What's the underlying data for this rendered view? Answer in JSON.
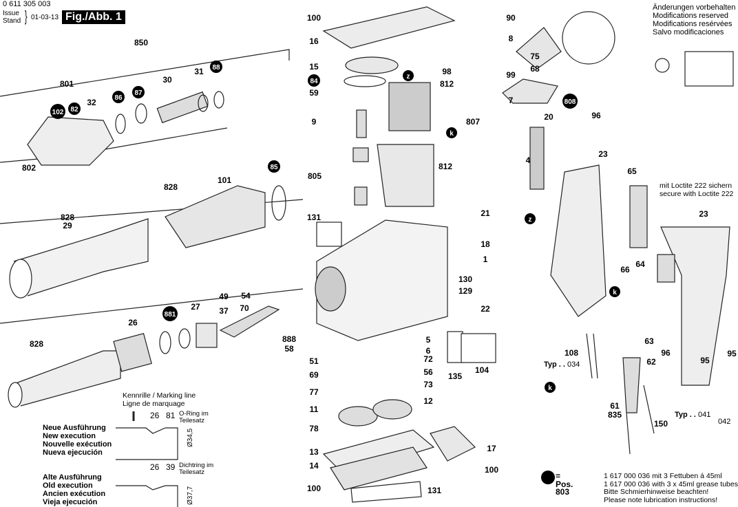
{
  "header": {
    "part_number": "0 611 305 003",
    "issue_label": "Issue",
    "stand_label": "Stand",
    "date": "01-03-13",
    "figure": "Fig./Abb. 1"
  },
  "notes": [
    "Änderungen vorbehalten",
    "Modifications reserved",
    "Modifications resérvées",
    "Salvo modificaciones"
  ],
  "loctite": [
    "mit Loctite 222 sichern",
    "secure with Loctite 222"
  ],
  "marking": [
    "Kennrille / Marking line",
    "Ligne de marquage"
  ],
  "new_execution": {
    "lines": [
      "Neue Ausführung",
      "New execution",
      "Nouvelle exécution",
      "Nueva ejecución"
    ],
    "part_a": "26",
    "part_b": "81",
    "note": [
      "O-Ring im",
      "Teilesatz"
    ],
    "diameter": "Ø34,5"
  },
  "old_execution": {
    "lines": [
      "Alte Ausführung",
      "Old execution",
      "Ancien exécution",
      "Vieja ejecución"
    ],
    "part_a": "26",
    "part_b": "39",
    "note": [
      "Dichtring im",
      "Teilesatz"
    ],
    "diameter": "Ø37,7"
  },
  "types": {
    "typ_a_label": "Typ . .",
    "typ_a_value": "034",
    "typ_b_label": "Typ . .",
    "typ_b_values": [
      "041",
      "042"
    ]
  },
  "legend": {
    "pos": "= Pos. 803",
    "lines": [
      "1 617 000 036 mit 3 Fettuben á 45ml",
      "1 617 000 036 with 3 x 45ml grease tubes",
      "Bitte Schmierhinweise beachten!",
      "Please note lubrication instructions!"
    ]
  },
  "markers": [
    "z",
    "k"
  ],
  "colors": {
    "ink": "#000000",
    "paper": "#ffffff",
    "part_outline": "#333333",
    "shade": "#bdbdbd"
  },
  "callouts": [
    {
      "text": "850",
      "filled": false
    },
    {
      "text": "801",
      "filled": false
    },
    {
      "text": "32",
      "filled": false
    },
    {
      "text": "86",
      "filled": true
    },
    {
      "text": "87",
      "filled": true
    },
    {
      "text": "30",
      "filled": false
    },
    {
      "text": "31",
      "filled": false
    },
    {
      "text": "88",
      "filled": true
    },
    {
      "text": "102",
      "filled": true
    },
    {
      "text": "82",
      "filled": true
    },
    {
      "text": "802",
      "filled": false
    },
    {
      "text": "85",
      "filled": true
    },
    {
      "text": "101",
      "filled": false
    },
    {
      "text": "828",
      "filled": false
    },
    {
      "text": "828",
      "filled": false
    },
    {
      "text": "29",
      "filled": false
    },
    {
      "text": "26",
      "filled": false
    },
    {
      "text": "27",
      "filled": false
    },
    {
      "text": "49",
      "filled": false
    },
    {
      "text": "881",
      "filled": true
    },
    {
      "text": "37",
      "filled": false
    },
    {
      "text": "54",
      "filled": false
    },
    {
      "text": "70",
      "filled": false
    },
    {
      "text": "828",
      "filled": false
    },
    {
      "text": "100",
      "filled": false
    },
    {
      "text": "16",
      "filled": false
    },
    {
      "text": "15",
      "filled": false
    },
    {
      "text": "84",
      "filled": true
    },
    {
      "text": "59",
      "filled": false
    },
    {
      "text": "9",
      "filled": false
    },
    {
      "text": "98",
      "filled": false
    },
    {
      "text": "812",
      "filled": false
    },
    {
      "text": "807",
      "filled": false
    },
    {
      "text": "805",
      "filled": false
    },
    {
      "text": "812",
      "filled": false
    },
    {
      "text": "131",
      "filled": false
    },
    {
      "text": "21",
      "filled": false
    },
    {
      "text": "18",
      "filled": false
    },
    {
      "text": "1",
      "filled": false
    },
    {
      "text": "130",
      "filled": false
    },
    {
      "text": "129",
      "filled": false
    },
    {
      "text": "22",
      "filled": false
    },
    {
      "text": "888",
      "filled": false
    },
    {
      "text": "58",
      "filled": false
    },
    {
      "text": "5",
      "filled": false
    },
    {
      "text": "6",
      "filled": false
    },
    {
      "text": "72",
      "filled": false
    },
    {
      "text": "51",
      "filled": false
    },
    {
      "text": "56",
      "filled": false
    },
    {
      "text": "73",
      "filled": false
    },
    {
      "text": "69",
      "filled": false
    },
    {
      "text": "77",
      "filled": false
    },
    {
      "text": "12",
      "filled": false
    },
    {
      "text": "11",
      "filled": false
    },
    {
      "text": "135",
      "filled": false
    },
    {
      "text": "104",
      "filled": false
    },
    {
      "text": "78",
      "filled": false
    },
    {
      "text": "13",
      "filled": false
    },
    {
      "text": "17",
      "filled": false
    },
    {
      "text": "14",
      "filled": false
    },
    {
      "text": "100",
      "filled": false
    },
    {
      "text": "100",
      "filled": false
    },
    {
      "text": "131",
      "filled": false
    },
    {
      "text": "90",
      "filled": false
    },
    {
      "text": "8",
      "filled": false
    },
    {
      "text": "75",
      "filled": false
    },
    {
      "text": "99",
      "filled": false
    },
    {
      "text": "68",
      "filled": false
    },
    {
      "text": "7",
      "filled": false
    },
    {
      "text": "808",
      "filled": true
    },
    {
      "text": "96",
      "filled": false
    },
    {
      "text": "20",
      "filled": false
    },
    {
      "text": "4",
      "filled": false
    },
    {
      "text": "23",
      "filled": false
    },
    {
      "text": "65",
      "filled": false
    },
    {
      "text": "23",
      "filled": false
    },
    {
      "text": "66",
      "filled": false
    },
    {
      "text": "64",
      "filled": false
    },
    {
      "text": "63",
      "filled": false
    },
    {
      "text": "96",
      "filled": false
    },
    {
      "text": "95",
      "filled": false
    },
    {
      "text": "95",
      "filled": false
    },
    {
      "text": "62",
      "filled": false
    },
    {
      "text": "108",
      "filled": false
    },
    {
      "text": "61",
      "filled": false
    },
    {
      "text": "835",
      "filled": false
    },
    {
      "text": "150",
      "filled": false
    }
  ]
}
